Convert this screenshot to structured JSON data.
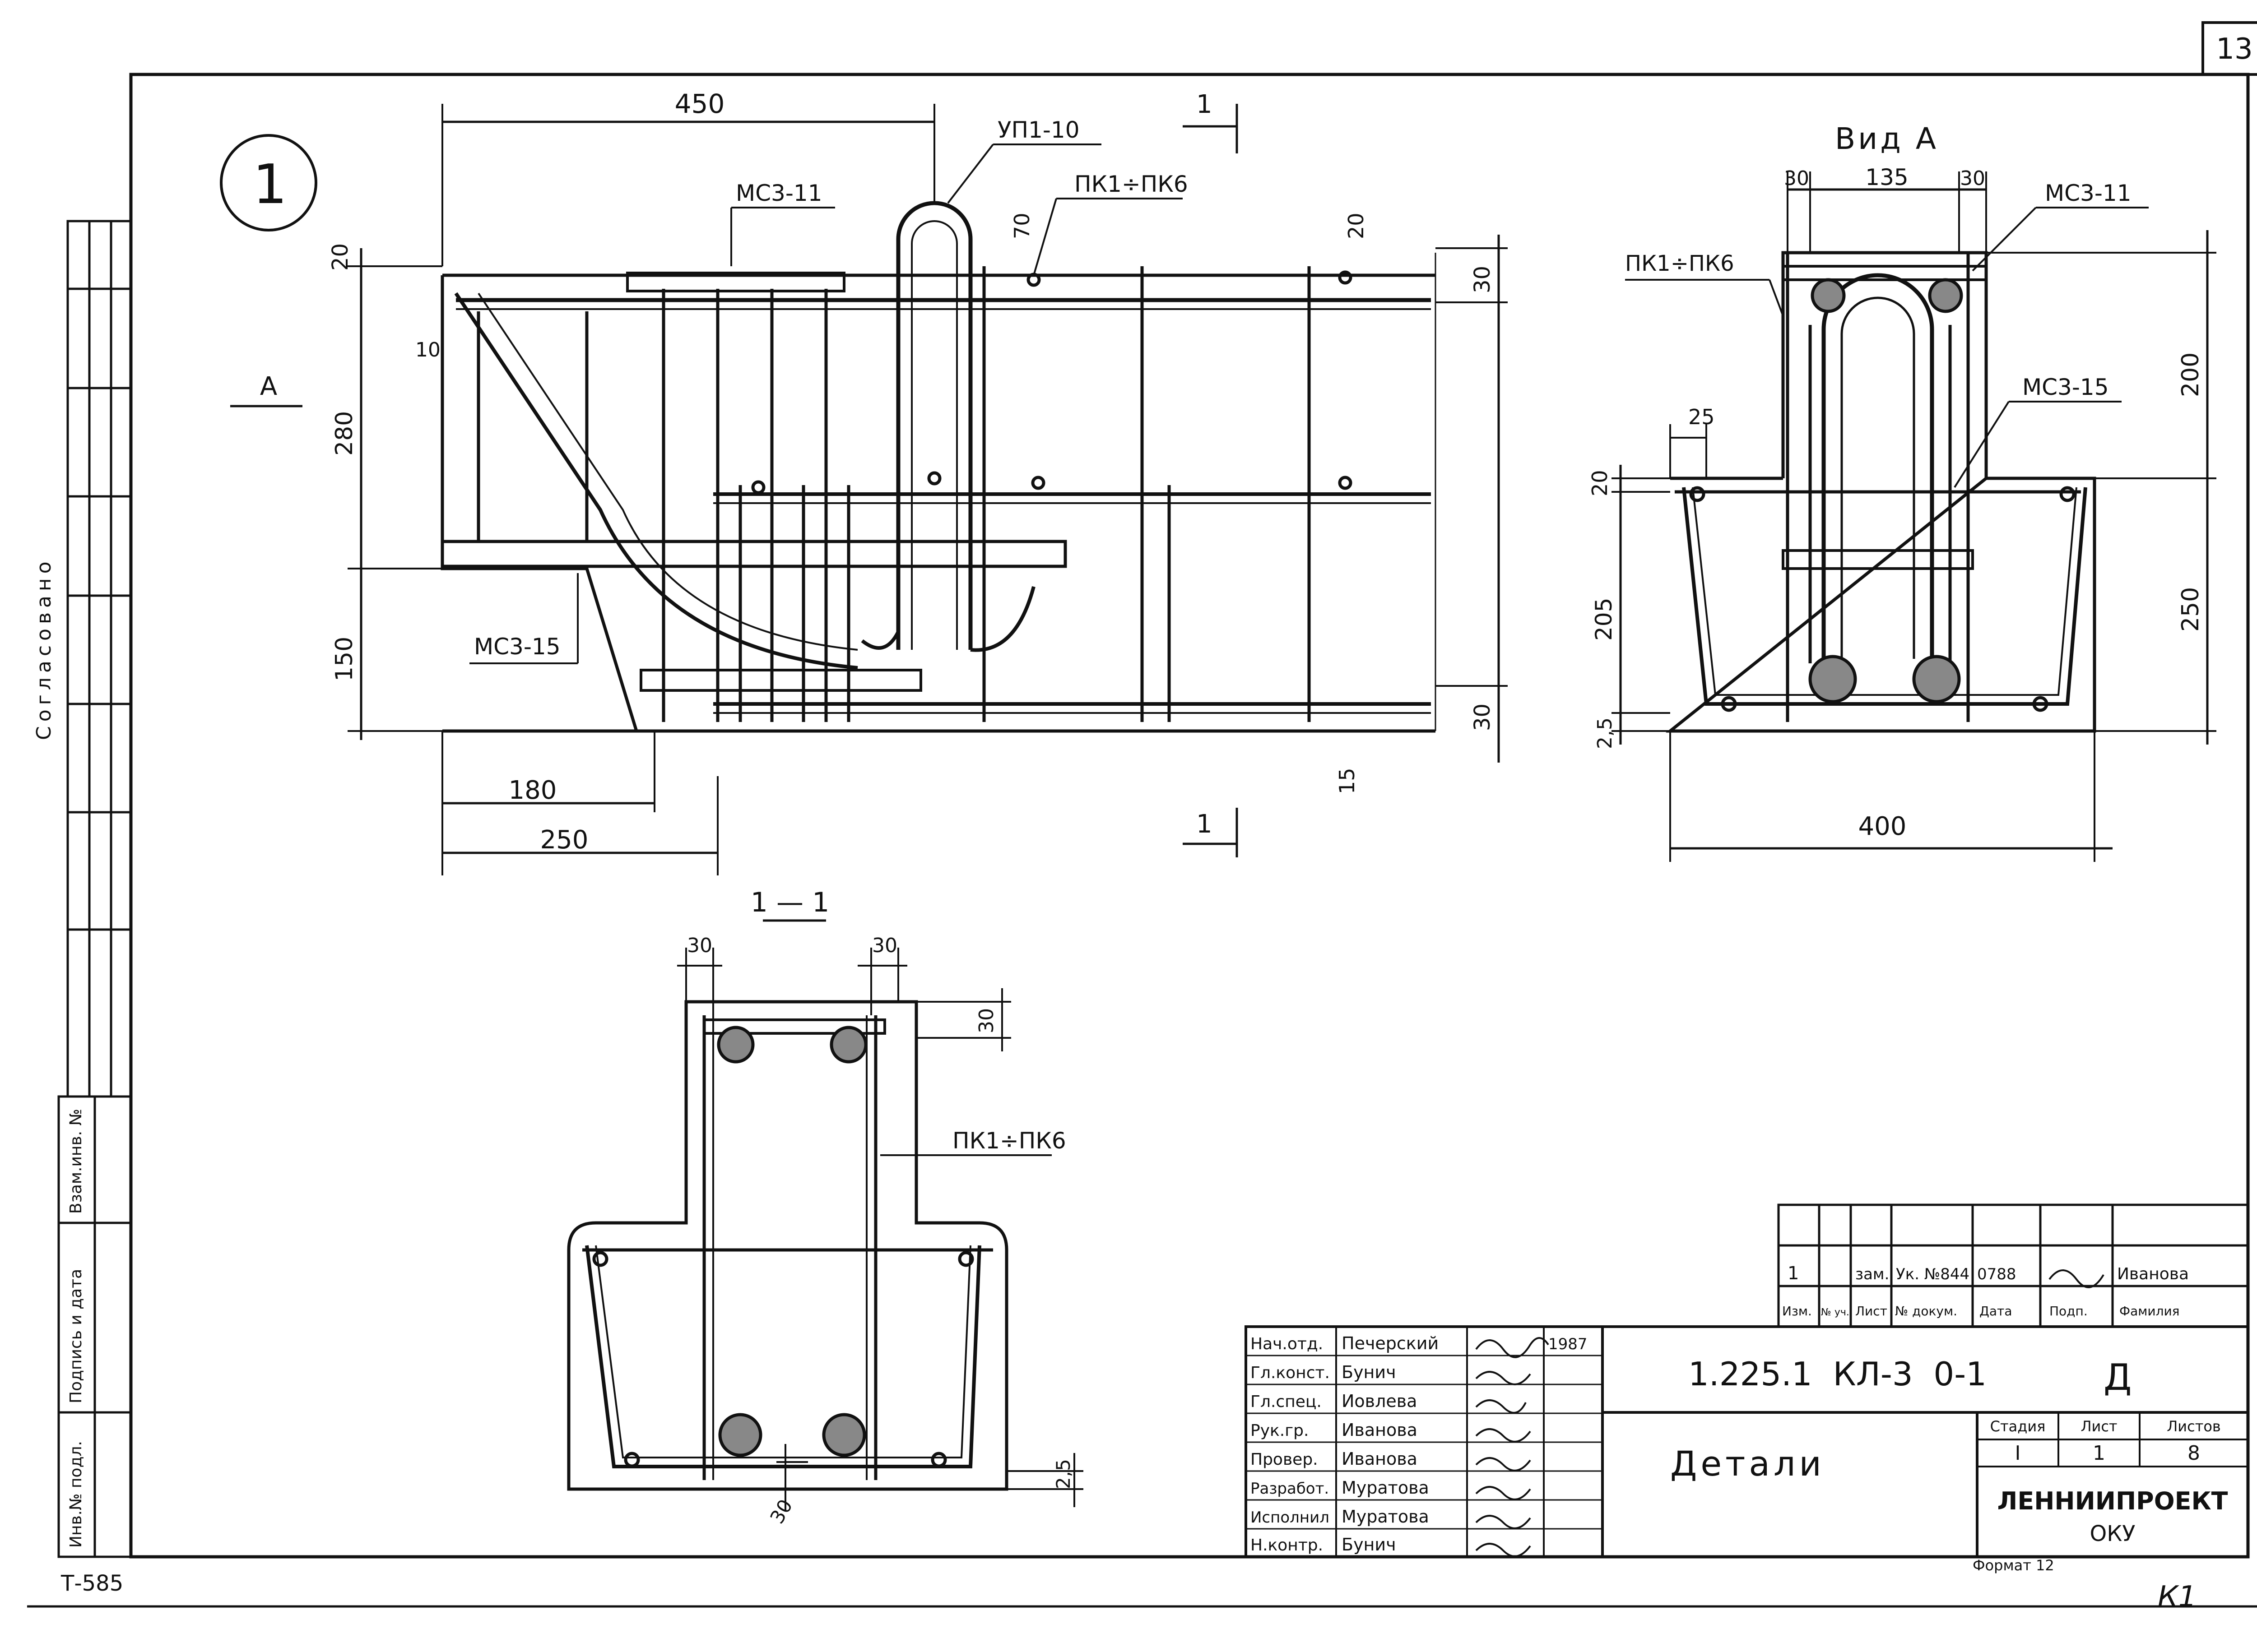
{
  "sheet": {
    "number": "13",
    "bottom_left_code": "Т-585",
    "bottom_right_mark": "К1",
    "format_note": "Формат 12"
  },
  "left_strip": {
    "approved": "Согласовано",
    "inv_vzam": "Взам.инв. №",
    "sign_date": "Подпись и дата",
    "inv_podl": "Инв.№ подл."
  },
  "detail_marker": "1",
  "main_view": {
    "dims": {
      "top_450": "450",
      "h20_left": "20",
      "h280": "280",
      "h150": "150",
      "h10": "10",
      "v70": "70",
      "top20": "20",
      "r30_top": "30",
      "r30_bot": "30",
      "r15": "15",
      "b180": "180",
      "b250": "250"
    },
    "labels": {
      "up": "УП1-10",
      "pk": "ПК1÷ПК6",
      "ms311": "МС3-11",
      "ms315": "МС3-15",
      "view_a": "А",
      "sec_top": "1",
      "sec_bot": "1"
    }
  },
  "view_a": {
    "title": "Вид А",
    "dims": {
      "d30a": "30",
      "d135": "135",
      "d30b": "30",
      "d25": "25",
      "d20": "20",
      "d205": "205",
      "d25b": "2,5",
      "d200": "200",
      "d250": "250",
      "d400": "400"
    },
    "labels": {
      "ms311": "МС3-11",
      "pk": "ПК1÷ПК6",
      "ms315": "МС3-15"
    }
  },
  "section": {
    "title": "1 — 1",
    "dims": {
      "d30a": "30",
      "d30b": "30",
      "d30c": "30",
      "d25": "2,5",
      "d30d": "30"
    },
    "labels": {
      "pk": "ПК1÷ПК6"
    }
  },
  "revisions": {
    "row": [
      "1",
      "",
      "зам.",
      "Ук. №844",
      "0788",
      "",
      "Иванова"
    ],
    "headers": [
      "Изм.",
      "№ уч.",
      "Лист",
      "№ докум.",
      "Дата",
      "Подп.",
      "Фамилия"
    ]
  },
  "title_block": {
    "people": [
      {
        "role": "Нач.отд.",
        "name": "Печерский",
        "date": "1987"
      },
      {
        "role": "Гл.конст.",
        "name": "Бунич",
        "date": ""
      },
      {
        "role": "Гл.спец.",
        "name": "Иовлева",
        "date": ""
      },
      {
        "role": "Рук.гр.",
        "name": "Иванова",
        "date": ""
      },
      {
        "role": "Провер.",
        "name": "Иванова",
        "date": ""
      },
      {
        "role": "Разработ.",
        "name": "Муратова",
        "date": ""
      },
      {
        "role": "Исполнил",
        "name": "Муратова",
        "date": ""
      },
      {
        "role": "Н.контр.",
        "name": "Бунич",
        "date": ""
      }
    ],
    "code": "1.225.1  КЛ-3  0-1",
    "letter": "Д",
    "doc_title": "Детали",
    "stage_head": "Стадия",
    "sheet_head": "Лист",
    "sheets_head": "Листов",
    "stage": "I",
    "sheet": "1",
    "sheets": "8",
    "org": "ЛЕННИИПРОЕКТ",
    "org_sub": "ОКУ"
  }
}
